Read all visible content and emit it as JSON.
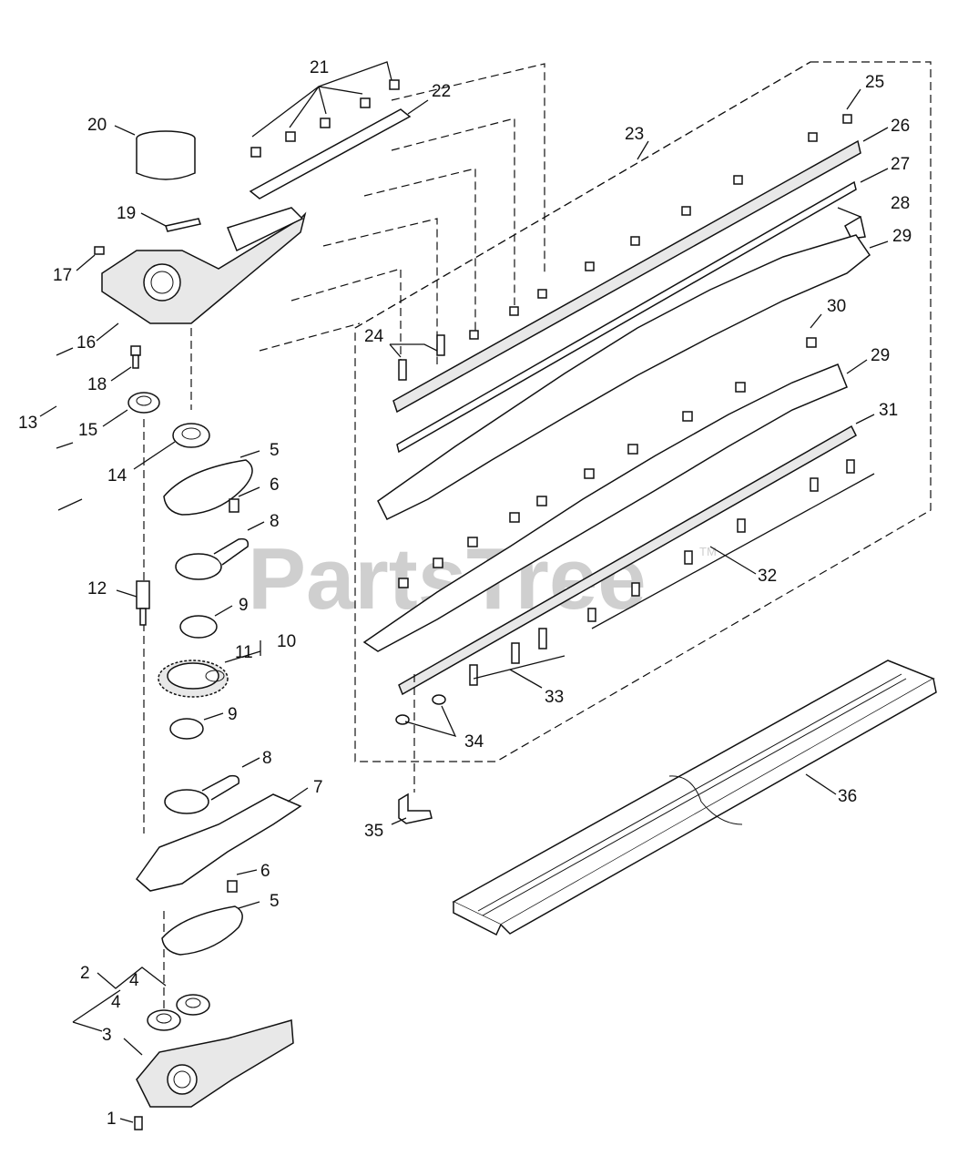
{
  "diagram": {
    "watermark": "PartsTree",
    "watermark_tm": "TM",
    "callouts": [
      {
        "id": "c1",
        "label": "1"
      },
      {
        "id": "c2",
        "label": "2"
      },
      {
        "id": "c3",
        "label": "3"
      },
      {
        "id": "c4a",
        "label": "4"
      },
      {
        "id": "c4b",
        "label": "4"
      },
      {
        "id": "c5a",
        "label": "5"
      },
      {
        "id": "c5b",
        "label": "5"
      },
      {
        "id": "c6a",
        "label": "6"
      },
      {
        "id": "c6b",
        "label": "6"
      },
      {
        "id": "c7",
        "label": "7"
      },
      {
        "id": "c8a",
        "label": "8"
      },
      {
        "id": "c8b",
        "label": "8"
      },
      {
        "id": "c9a",
        "label": "9"
      },
      {
        "id": "c9b",
        "label": "9"
      },
      {
        "id": "c10",
        "label": "10"
      },
      {
        "id": "c11",
        "label": "11"
      },
      {
        "id": "c12",
        "label": "12"
      },
      {
        "id": "c13",
        "label": "13"
      },
      {
        "id": "c14",
        "label": "14"
      },
      {
        "id": "c15",
        "label": "15"
      },
      {
        "id": "c16",
        "label": "16"
      },
      {
        "id": "c17",
        "label": "17"
      },
      {
        "id": "c18",
        "label": "18"
      },
      {
        "id": "c19",
        "label": "19"
      },
      {
        "id": "c20",
        "label": "20"
      },
      {
        "id": "c21",
        "label": "21"
      },
      {
        "id": "c22",
        "label": "22"
      },
      {
        "id": "c23",
        "label": "23"
      },
      {
        "id": "c24",
        "label": "24"
      },
      {
        "id": "c25",
        "label": "25"
      },
      {
        "id": "c26",
        "label": "26"
      },
      {
        "id": "c27",
        "label": "27"
      },
      {
        "id": "c28",
        "label": "28"
      },
      {
        "id": "c29a",
        "label": "29"
      },
      {
        "id": "c29b",
        "label": "29"
      },
      {
        "id": "c30",
        "label": "30"
      },
      {
        "id": "c31",
        "label": "31"
      },
      {
        "id": "c32",
        "label": "32"
      },
      {
        "id": "c33",
        "label": "33"
      },
      {
        "id": "c34",
        "label": "34"
      },
      {
        "id": "c35",
        "label": "35"
      },
      {
        "id": "c36",
        "label": "36"
      }
    ]
  }
}
